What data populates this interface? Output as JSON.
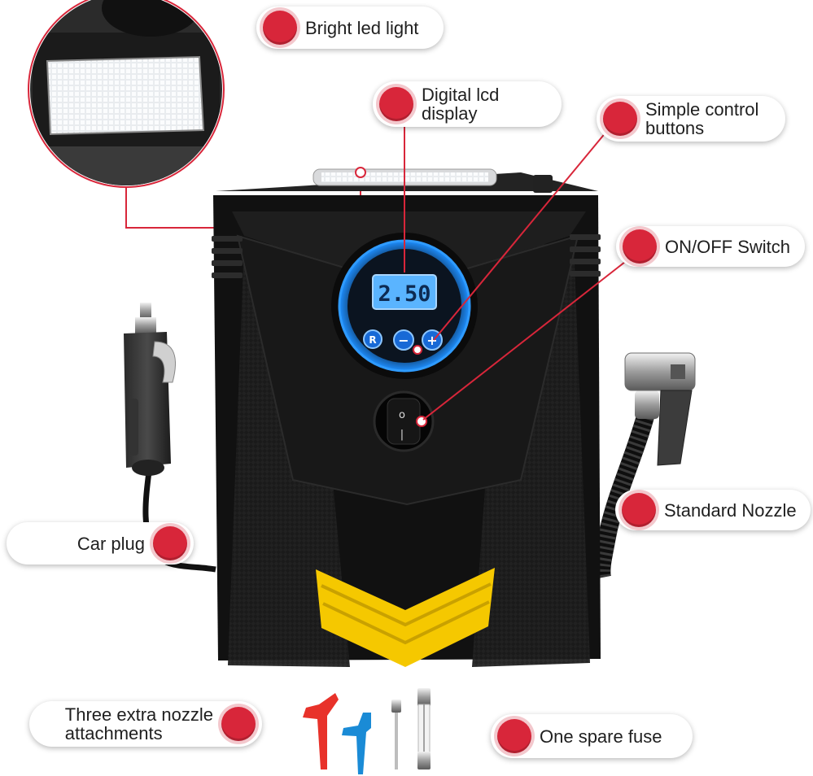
{
  "callouts": {
    "bright_led": "Bright led light",
    "lcd_line1": "Digital lcd",
    "lcd_line2": "display",
    "buttons_line1": "Simple control",
    "buttons_line2": "buttons",
    "onoff": "ON/OFF Switch",
    "nozzle": "Standard Nozzle",
    "car_plug": "Car plug",
    "attach_line1": "Three extra nozzle",
    "attach_line2": "attachments",
    "fuse": "One spare fuse"
  },
  "device": {
    "lcd_reading": "2.50",
    "button_r": "R",
    "button_minus": "−",
    "button_plus": "+",
    "switch_on": "o",
    "switch_off": "|"
  },
  "colors": {
    "accent_red": "#d8263a",
    "body": "#141414",
    "chevron": "#f5c800",
    "lcd": "#5ab4ff",
    "ring": "#1e8fff"
  }
}
